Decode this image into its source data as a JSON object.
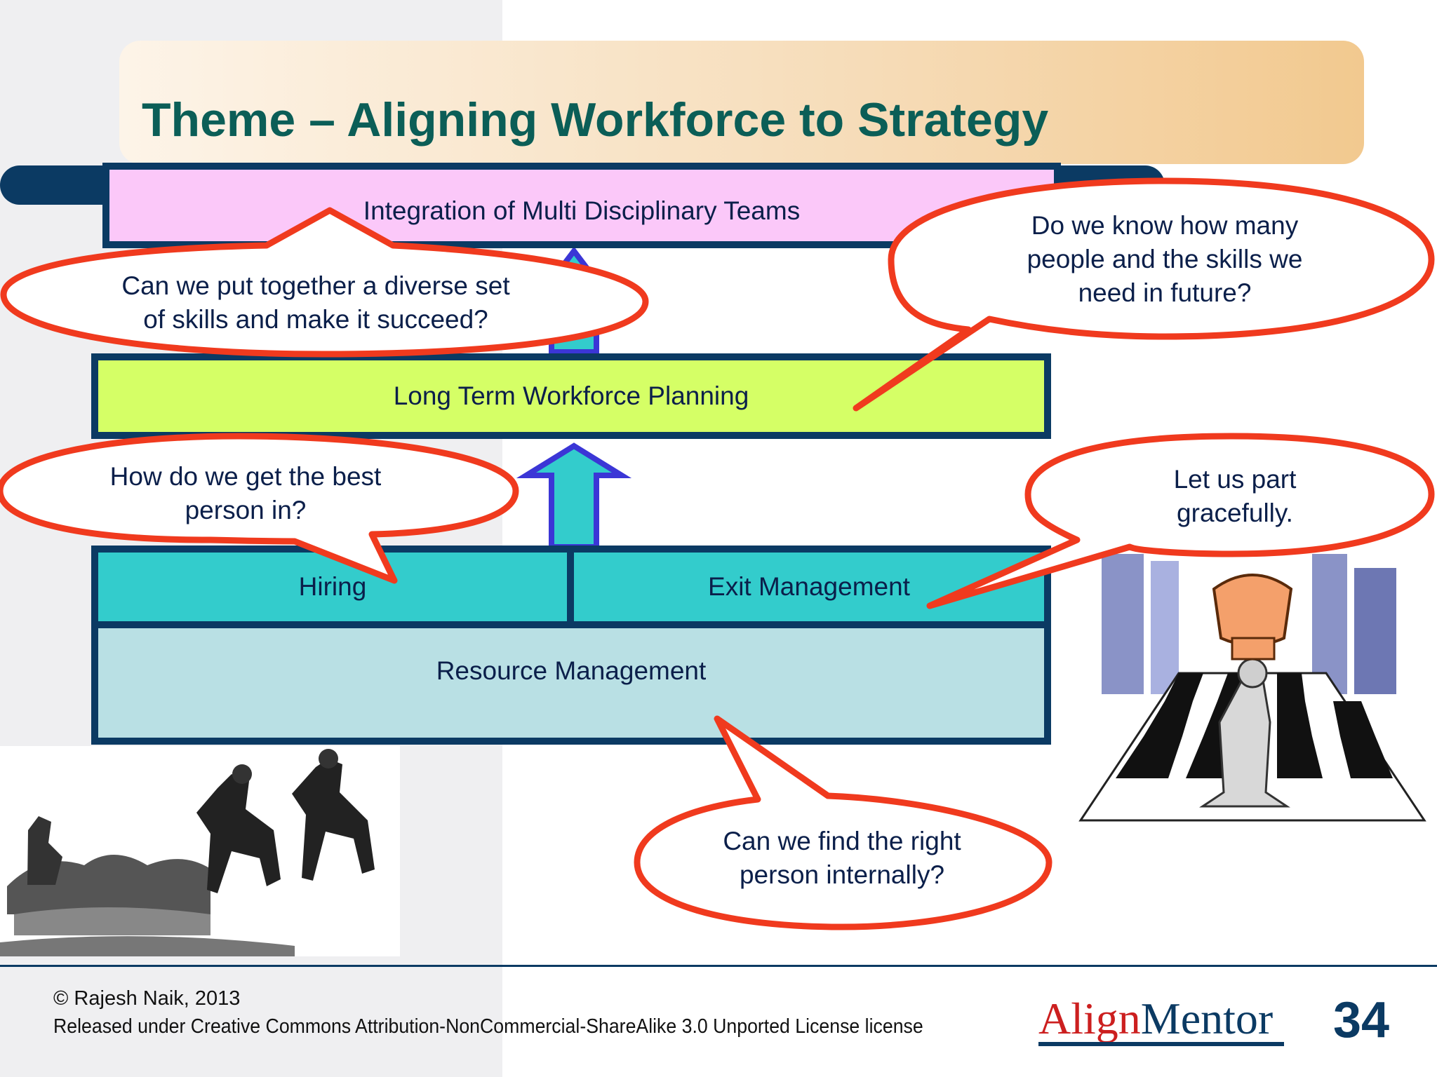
{
  "slide": {
    "title": "Theme – Aligning Workforce to Strategy",
    "page_number": "34"
  },
  "boxes": {
    "integration": "Integration of Multi Disciplinary Teams",
    "long_term": "Long Term Workforce Planning",
    "hiring": "Hiring",
    "exit": "Exit Management",
    "resource": "Resource Management"
  },
  "bubbles": {
    "diverse": [
      "Can we put together a diverse set",
      "of skills and make it succeed?"
    ],
    "how_many": [
      "Do we know how many",
      "people and the skills we",
      "need in future?"
    ],
    "best_person": [
      "How do we get the best",
      "person in?"
    ],
    "part": [
      "Let us part",
      "gracefully."
    ],
    "internal": [
      "Can we find the right",
      "person internally?"
    ]
  },
  "footer": {
    "copyright": "© Rajesh Naik, 2013",
    "license": "Released under Creative Commons Attribution-NonCommercial-ShareAlike 3.0 Unported License license",
    "logo_part1": "Align",
    "logo_part2": "Mentor"
  },
  "colors": {
    "navy": "#0b3a63",
    "title_teal": "#0b5e57",
    "bubble_red": "#f03a1e",
    "pink": "#fbc8f9",
    "lime": "#d5ff66",
    "teal": "#33cccc",
    "pale_teal": "#b9e0e4",
    "arrow_blue": "#3b36d6"
  },
  "illustrations": {
    "left": "cowboys-herding-cattle-drawing",
    "right": "chess-king-hand-city-clipart"
  }
}
